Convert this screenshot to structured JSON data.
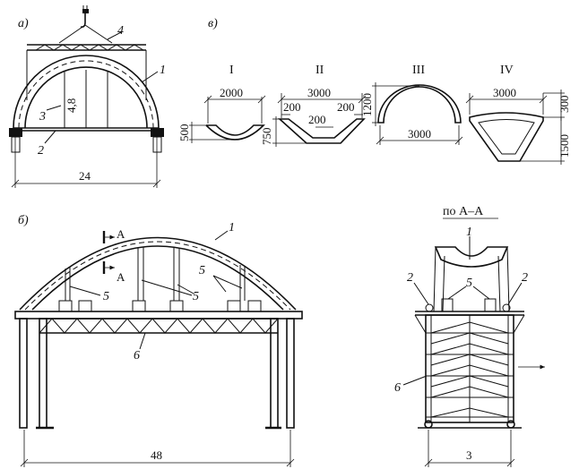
{
  "labels": {
    "panel_a": "а)",
    "panel_b": "б)",
    "panel_v": "в)",
    "section_title": "по А–А",
    "cut_mark_upper": "А",
    "cut_mark_lower": "А"
  },
  "callouts_a": {
    "c1": "1",
    "c2": "2",
    "c3": "3",
    "c4": "4"
  },
  "dims_a": {
    "span": "24",
    "height": "4,8"
  },
  "sections": {
    "s1": {
      "name": "I",
      "width": "2000",
      "height": "500"
    },
    "s2": {
      "name": "II",
      "width": "3000",
      "left": "200",
      "right": "200",
      "bottom": "200",
      "height": "750"
    },
    "s3": {
      "name": "III",
      "width": "3000",
      "height": "1200"
    },
    "s4": {
      "name": "IV",
      "width": "3000",
      "top": "300",
      "height": "1500"
    }
  },
  "callouts_b": {
    "c1": "1",
    "c5a": "5",
    "c5b": "5",
    "c5c": "5",
    "c6": "6",
    "span": "48"
  },
  "callouts_section": {
    "c1": "1",
    "c2l": "2",
    "c2r": "2",
    "c5": "5",
    "c6": "6",
    "width": "3"
  }
}
